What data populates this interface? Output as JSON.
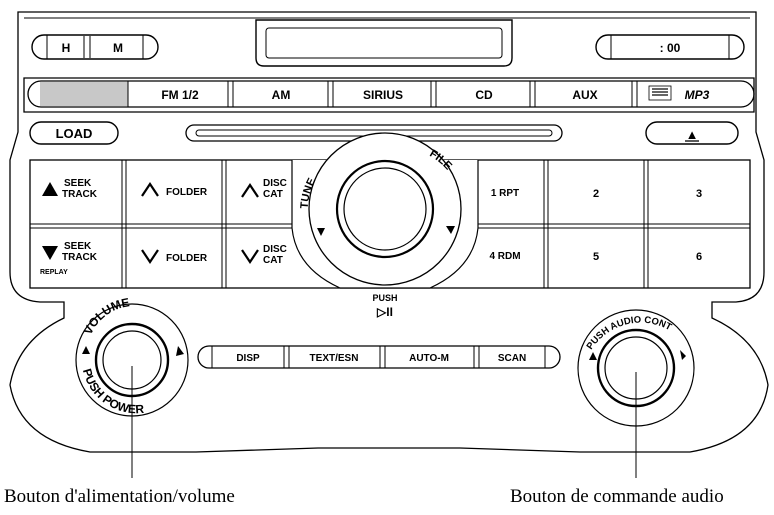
{
  "clock": {
    "hour_label": "H",
    "minute_label": "M",
    "display": ": 00"
  },
  "source_bar": {
    "fm": "FM 1/2",
    "am": "AM",
    "sirius": "SIRIUS",
    "cd": "CD",
    "aux": "AUX",
    "mp3": "MP3"
  },
  "slot": {
    "load": "LOAD",
    "eject_symbol": "▲"
  },
  "buttons": {
    "seek_track_up": [
      "SEEK",
      "TRACK"
    ],
    "folder_up": "FOLDER",
    "disc_cat_up": [
      "DISC",
      "CAT"
    ],
    "seek_track_down": [
      "SEEK",
      "TRACK"
    ],
    "replay": "REPLAY",
    "folder_down": "FOLDER",
    "disc_cat_down": [
      "DISC",
      "CAT"
    ],
    "preset_1": "1  RPT",
    "preset_2": "2",
    "preset_3": "3",
    "preset_4": "4  RDM",
    "preset_5": "5",
    "preset_6": "6"
  },
  "tune_file": {
    "tune": "TUNE",
    "file": "FILE",
    "push": "PUSH",
    "play_pause": "▷II"
  },
  "volume_knob": {
    "top": "VOLUME",
    "bottom": "PUSH POWER"
  },
  "audio_knob": {
    "arc": "PUSH AUDIO CONT"
  },
  "bottom_buttons": {
    "disp": "DISP",
    "text": "TEXT/ESN",
    "auto_m": "AUTO-M",
    "scan": "SCAN"
  },
  "captions": {
    "left": "Bouton d'alimentation/volume",
    "right": "Bouton de commande audio"
  }
}
